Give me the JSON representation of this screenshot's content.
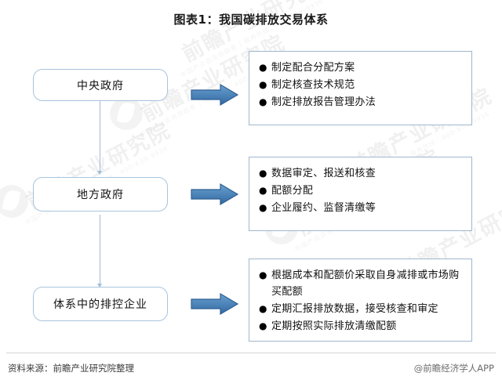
{
  "title": "图表1：我国碳排放交易体系",
  "colors": {
    "arrow_fill_top": "#5b94c8",
    "arrow_fill_bottom": "#3d74ab",
    "arrow_stroke": "#2e5f92",
    "left_box_border": "#a8c4de",
    "right_box_border": "#9fb7cd",
    "connector": "#9dbcd8",
    "text": "#111111"
  },
  "rows": [
    {
      "actor": "中央政府",
      "arrow_icon": "right-arrow-icon",
      "bullets": [
        "制定配合分配方案",
        "制定核查技术规范",
        "制定排放报告管理办法"
      ]
    },
    {
      "actor": "地方政府",
      "arrow_icon": "right-arrow-icon",
      "bullets": [
        "数据审定、报送和核查",
        "配额分配",
        "企业履约、监督清缴等"
      ]
    },
    {
      "actor": "体系中的排控企业",
      "arrow_icon": "right-arrow-icon",
      "bullets": [
        "根据成本和配额价采取自身减排或市场购买配额",
        "定期汇报排放数据，接受核查和审定",
        "定期按照实际排放清缴配额"
      ]
    }
  ],
  "bullet_glyph": "●",
  "footer": {
    "source": "资料来源：前瞻产业研究院整理",
    "attribution": "@前瞻经济学人APP"
  },
  "watermark": {
    "main": "前瞻产业研究院",
    "sub": "中国产业咨询领跑者 | 服务热线：400-639-9936"
  }
}
